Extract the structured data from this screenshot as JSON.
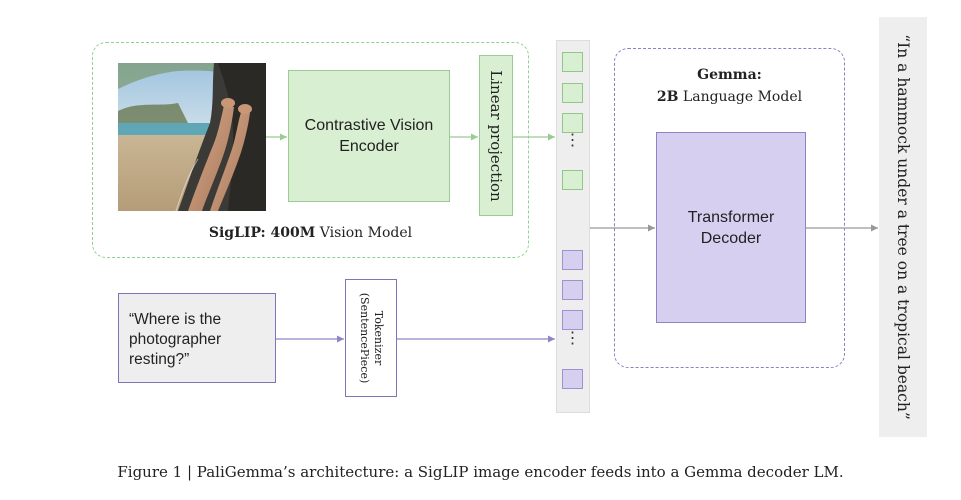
{
  "vision_model": {
    "encoder_label": "Contrastive Vision Encoder",
    "projection_label": "Linear projection",
    "caption_bold": "SigLIP: 400M",
    "caption_rest": " Vision Model"
  },
  "text_input": {
    "question": "“Where is the photographer resting?”",
    "tokenizer_label_line1": "Tokenizer",
    "tokenizer_label_line2": "(SentencePiece)"
  },
  "tokens": {
    "ellipsis": "⋮"
  },
  "language_model": {
    "title": "Gemma:",
    "subtitle_bold": "2B",
    "subtitle_rest": " Language Model",
    "decoder_label": "Transformer Decoder"
  },
  "output": {
    "text": "“In a hammock under a tree on a tropical beach”"
  },
  "figure_caption": "Figure 1 | PaliGemma’s architecture: a SigLIP image encoder feeds into a Gemma decoder LM.",
  "colors": {
    "vision_green": "#d8efd2",
    "language_purple": "#d7cff0",
    "strip_gray": "#eeeeee"
  }
}
